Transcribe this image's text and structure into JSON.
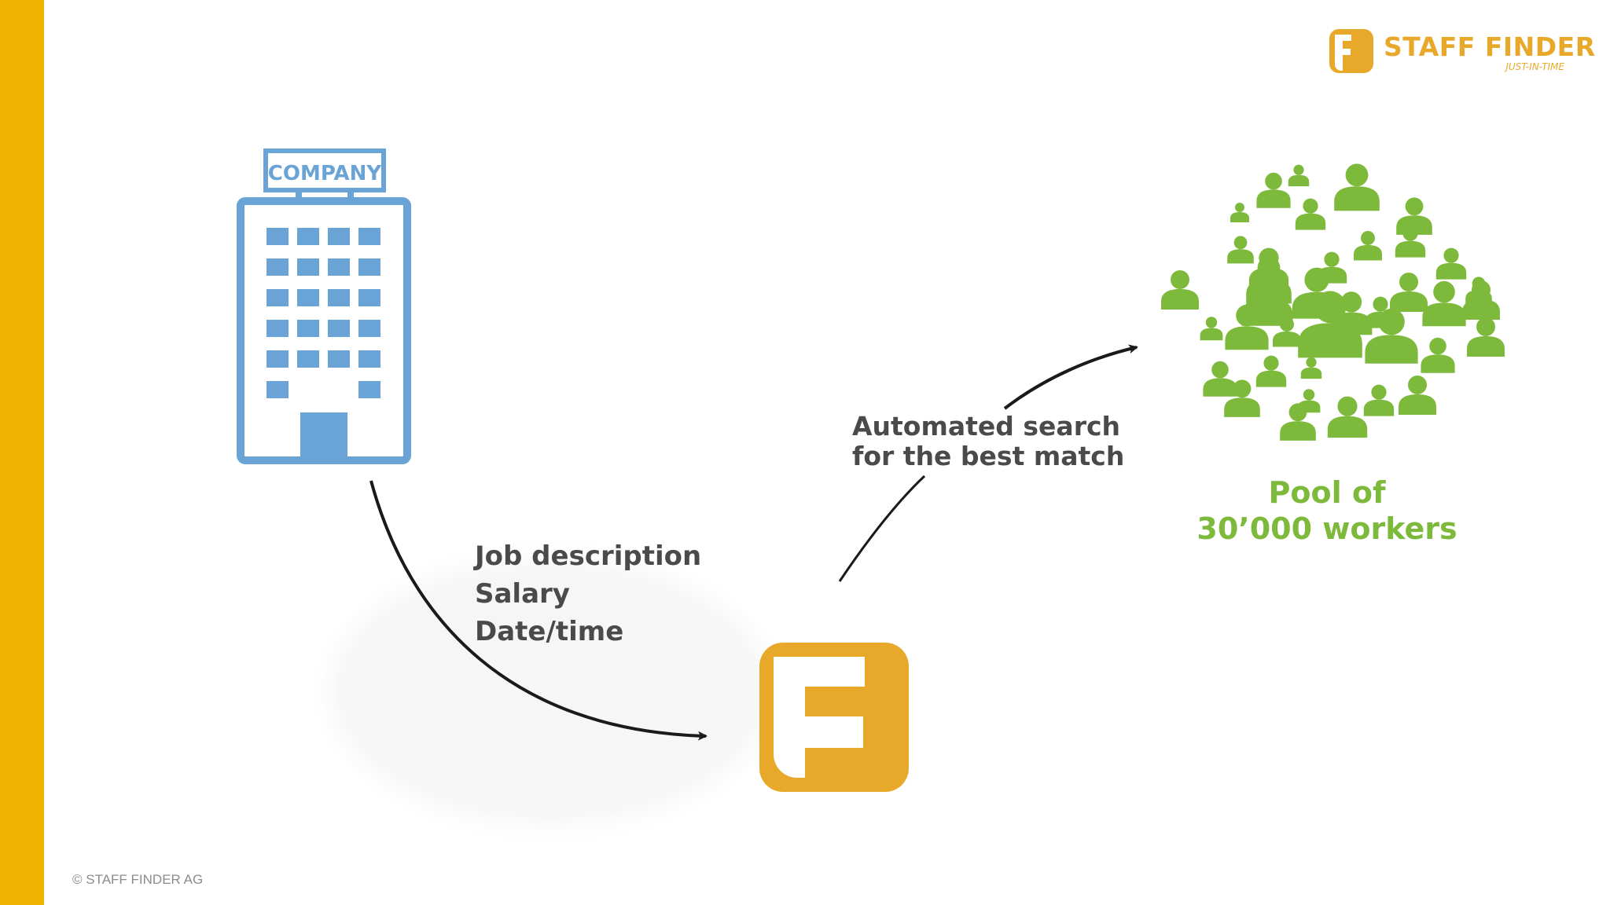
{
  "colors": {
    "accent": "#F0B400",
    "logo_orange": "#E8A92B",
    "company_blue": "#6AA3D5",
    "worker_green": "#7DBA3C",
    "arrow": "#1a1a1a",
    "text_gray": "#4a4a4a",
    "footer_gray": "#8c8c8c"
  },
  "logo": {
    "icon": "staff-finder-f-icon",
    "name": "STAFF FINDER",
    "tagline": "JUST-IN-TIME"
  },
  "company": {
    "icon": "office-building-icon",
    "sign": "COMPANY"
  },
  "job_details": [
    "Job description",
    "Salary",
    "Date/time"
  ],
  "platform": {
    "icon": "staff-finder-f-icon"
  },
  "search": {
    "lines": [
      "Automated search",
      "for the best match"
    ]
  },
  "pool": {
    "icon": "worker-crowd-icon",
    "lines": [
      "Pool of",
      "30’000 workers"
    ]
  },
  "footer": {
    "copyright": "© STAFF FINDER AG"
  }
}
